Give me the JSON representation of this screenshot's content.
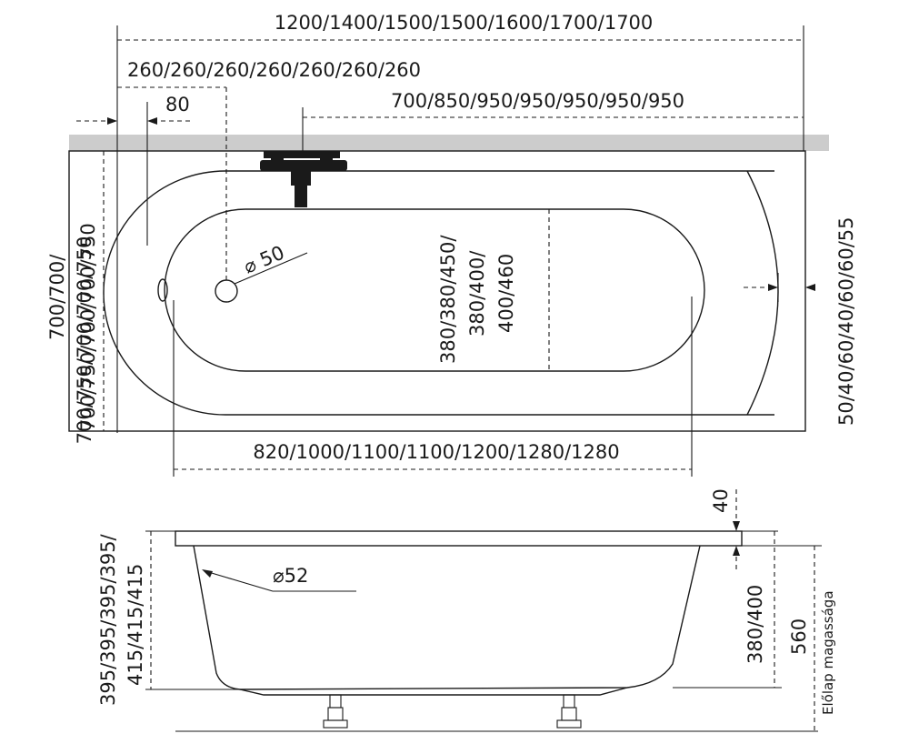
{
  "top_view": {
    "total_length": "1200/1400/1500/1500/1600/1700/1700",
    "drain_offset": "260/260/260/260/260/260/260",
    "rim_offset": "80",
    "faucet_offset": "700/850/950/950/950/950/950",
    "total_width_line1": "700/700/",
    "total_width_line2": "700/750/700/700/750",
    "total_width_line3": "700/750/700/700/750",
    "drain_diameter": "⌀ 50",
    "inner_width_line1": "380/380/450/",
    "inner_width_line2": "380/400/",
    "inner_width_line3": "400/460",
    "end_rim": "50/40/60/40/60/60/55",
    "inner_length": "820/1000/1100/1100/1200/1280/1280"
  },
  "side_view": {
    "rim_thickness": "40",
    "overflow_diameter": "⌀52",
    "depth": "380/400",
    "total_height": "560",
    "front_panel_height": "Előlap magassága",
    "bottom_height_line1": "395/395/395/395/",
    "bottom_height_line2": "415/415/415",
    "bottom_height_line3": "395/395/395/395/",
    "bottom_height_line4": "415/415/415"
  }
}
